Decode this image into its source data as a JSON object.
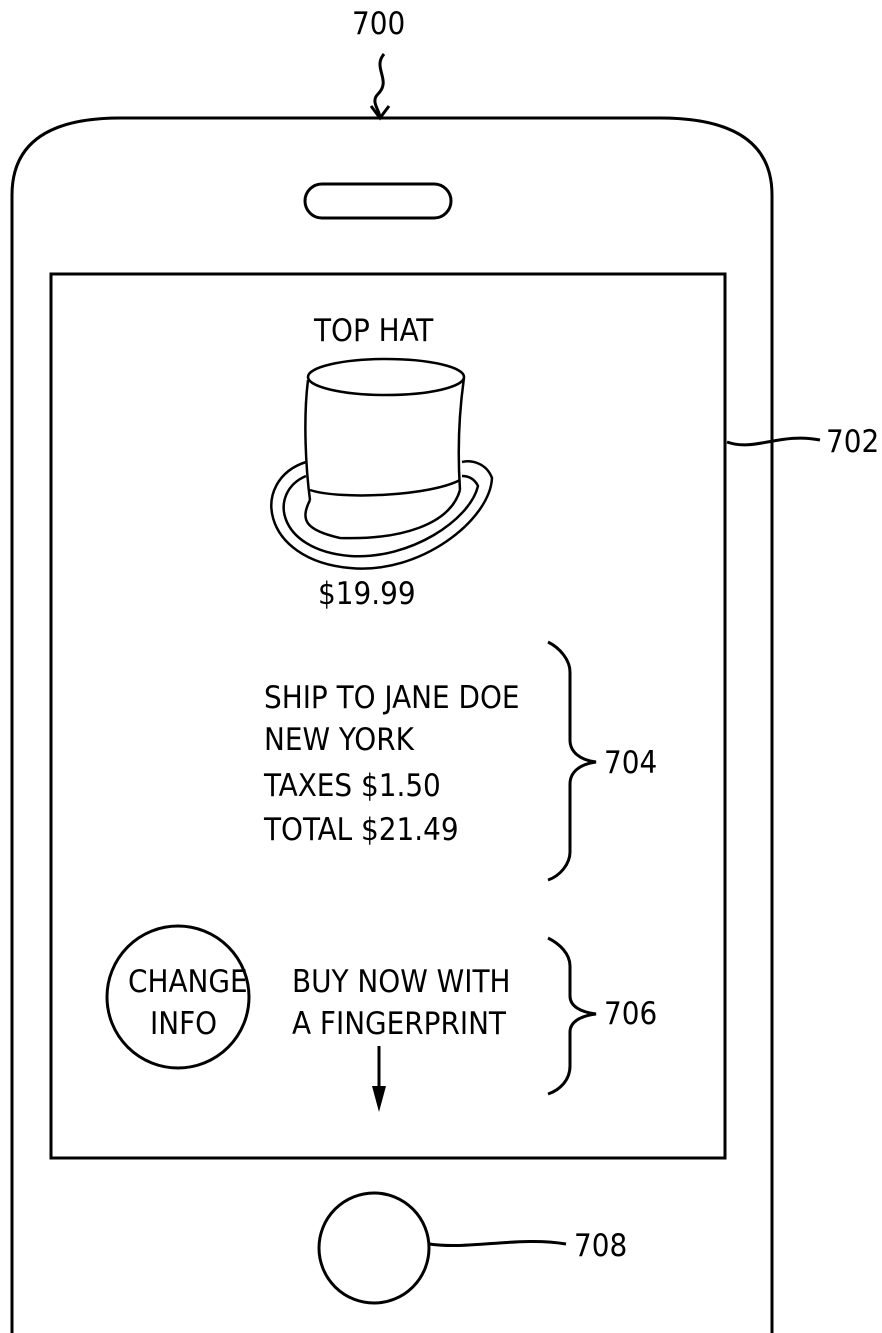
{
  "refs": {
    "device": "700",
    "screen": "702",
    "order_info": "704",
    "actions": "706",
    "home_button": "708"
  },
  "product": {
    "name": "TOP HAT",
    "price": "$19.99",
    "image_icon": "top-hat-icon"
  },
  "order": {
    "lines": [
      "SHIP TO JANE DOE",
      "NEW YORK",
      "TAXES $1.50",
      "TOTAL $21.49"
    ]
  },
  "actions": {
    "change_button": [
      "CHANGE",
      "INFO"
    ],
    "buy_prompt": [
      "BUY NOW WITH",
      "A FINGERPRINT"
    ],
    "arrow_icon": "down-arrow-icon"
  }
}
